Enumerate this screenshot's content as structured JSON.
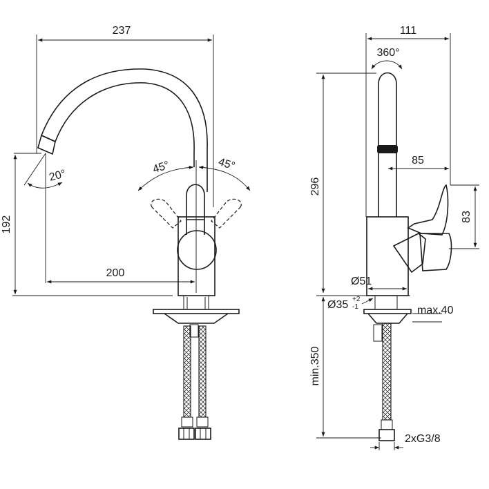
{
  "front_view": {
    "dim_width": "237",
    "dim_height": "192",
    "dim_reach": "200",
    "angle_spout": "20°",
    "angle_left": "45°",
    "angle_right": "45°"
  },
  "side_view": {
    "dim_width": "111",
    "rotation": "360°",
    "dim_height": "296",
    "dim_handle_reach": "85",
    "dim_handle_height": "83",
    "dim_base": "Ø51",
    "dim_hole": "Ø35",
    "tol_upper": "+2",
    "tol_lower": "-1",
    "dim_deck": "max.40",
    "dim_hose": "min.350",
    "dim_conn": "2xG3/8"
  }
}
